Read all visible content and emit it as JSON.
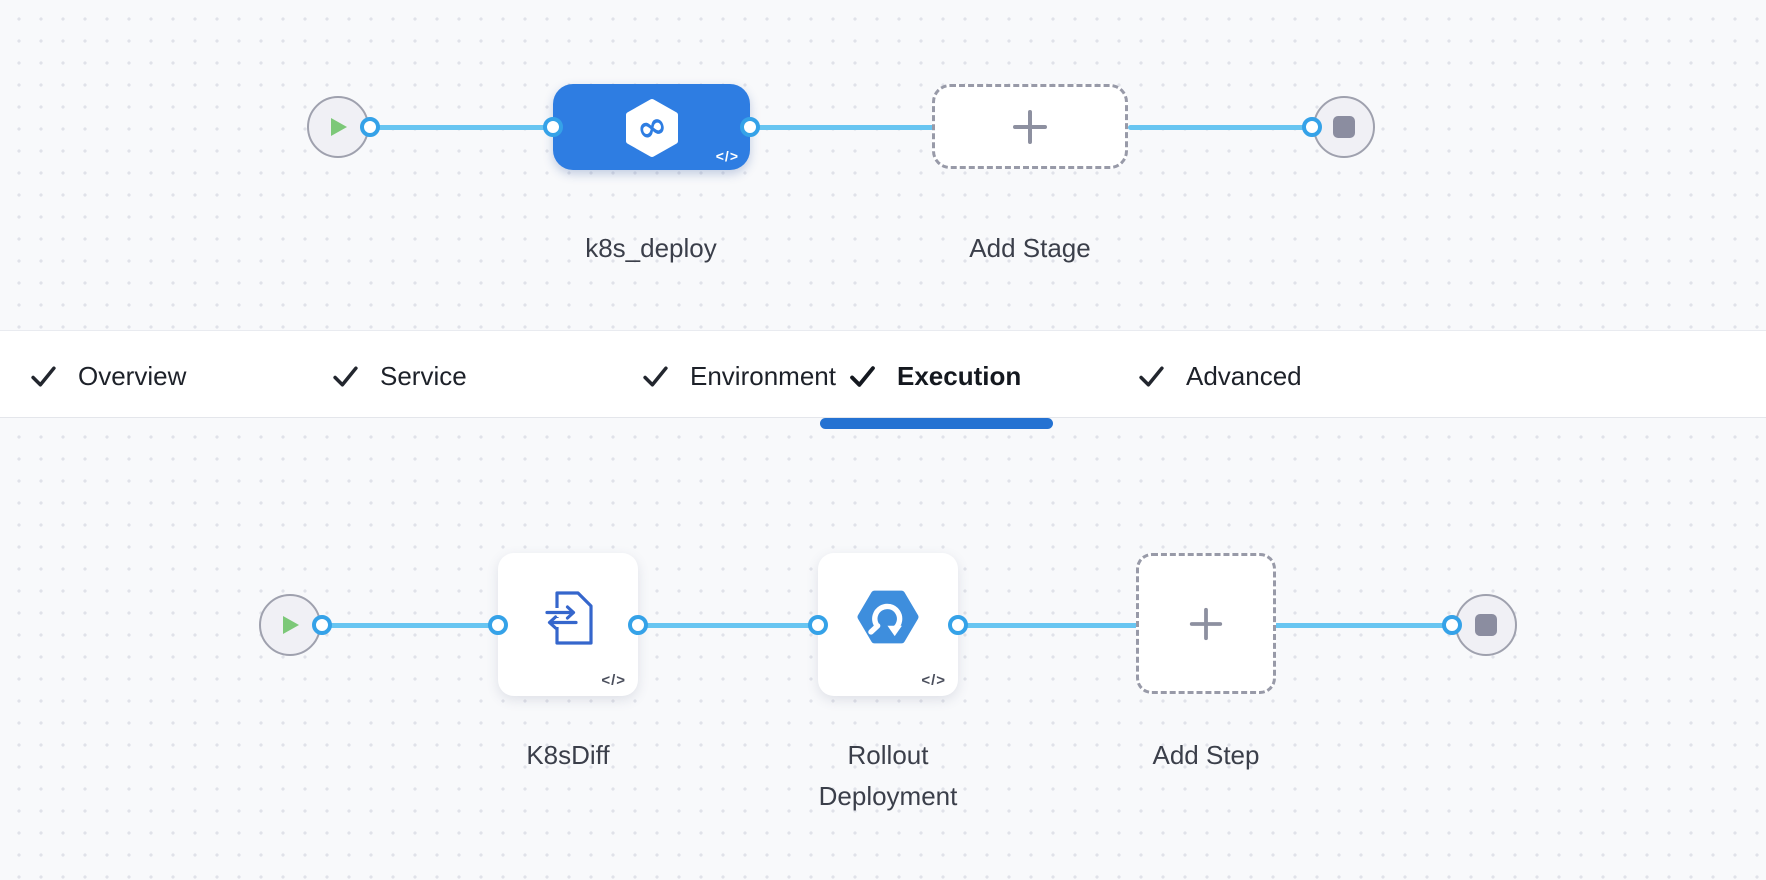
{
  "stage_tabs": {
    "items": [
      {
        "label": "Overview",
        "checked": true,
        "active": false
      },
      {
        "label": "Service",
        "checked": true,
        "active": false
      },
      {
        "label": "Environment",
        "checked": true,
        "active": false
      },
      {
        "label": "Execution",
        "checked": true,
        "active": true
      },
      {
        "label": "Advanced",
        "checked": true,
        "active": false
      }
    ]
  },
  "stage_pipeline": {
    "stage": {
      "label": "k8s_deploy",
      "code_glyph": "</>"
    },
    "add_stage": {
      "label": "Add Stage"
    }
  },
  "execution_pipeline": {
    "steps": [
      {
        "label": "K8sDiff",
        "code_glyph": "</>"
      },
      {
        "label": "Rollout Deployment",
        "code_glyph": "</>"
      }
    ],
    "add_step": {
      "label": "Add Step"
    }
  },
  "colors": {
    "stage_node_blue": "#2e7de2",
    "edge_blue": "#68c5f1",
    "port_ring_blue": "#35a2e8",
    "play_green": "#7cc878",
    "icon_gray": "#8d90a0",
    "active_tab_underline": "#2472d2",
    "step_icon_blue": "#3566cc",
    "rollout_icon_blue": "#3e8edd"
  }
}
